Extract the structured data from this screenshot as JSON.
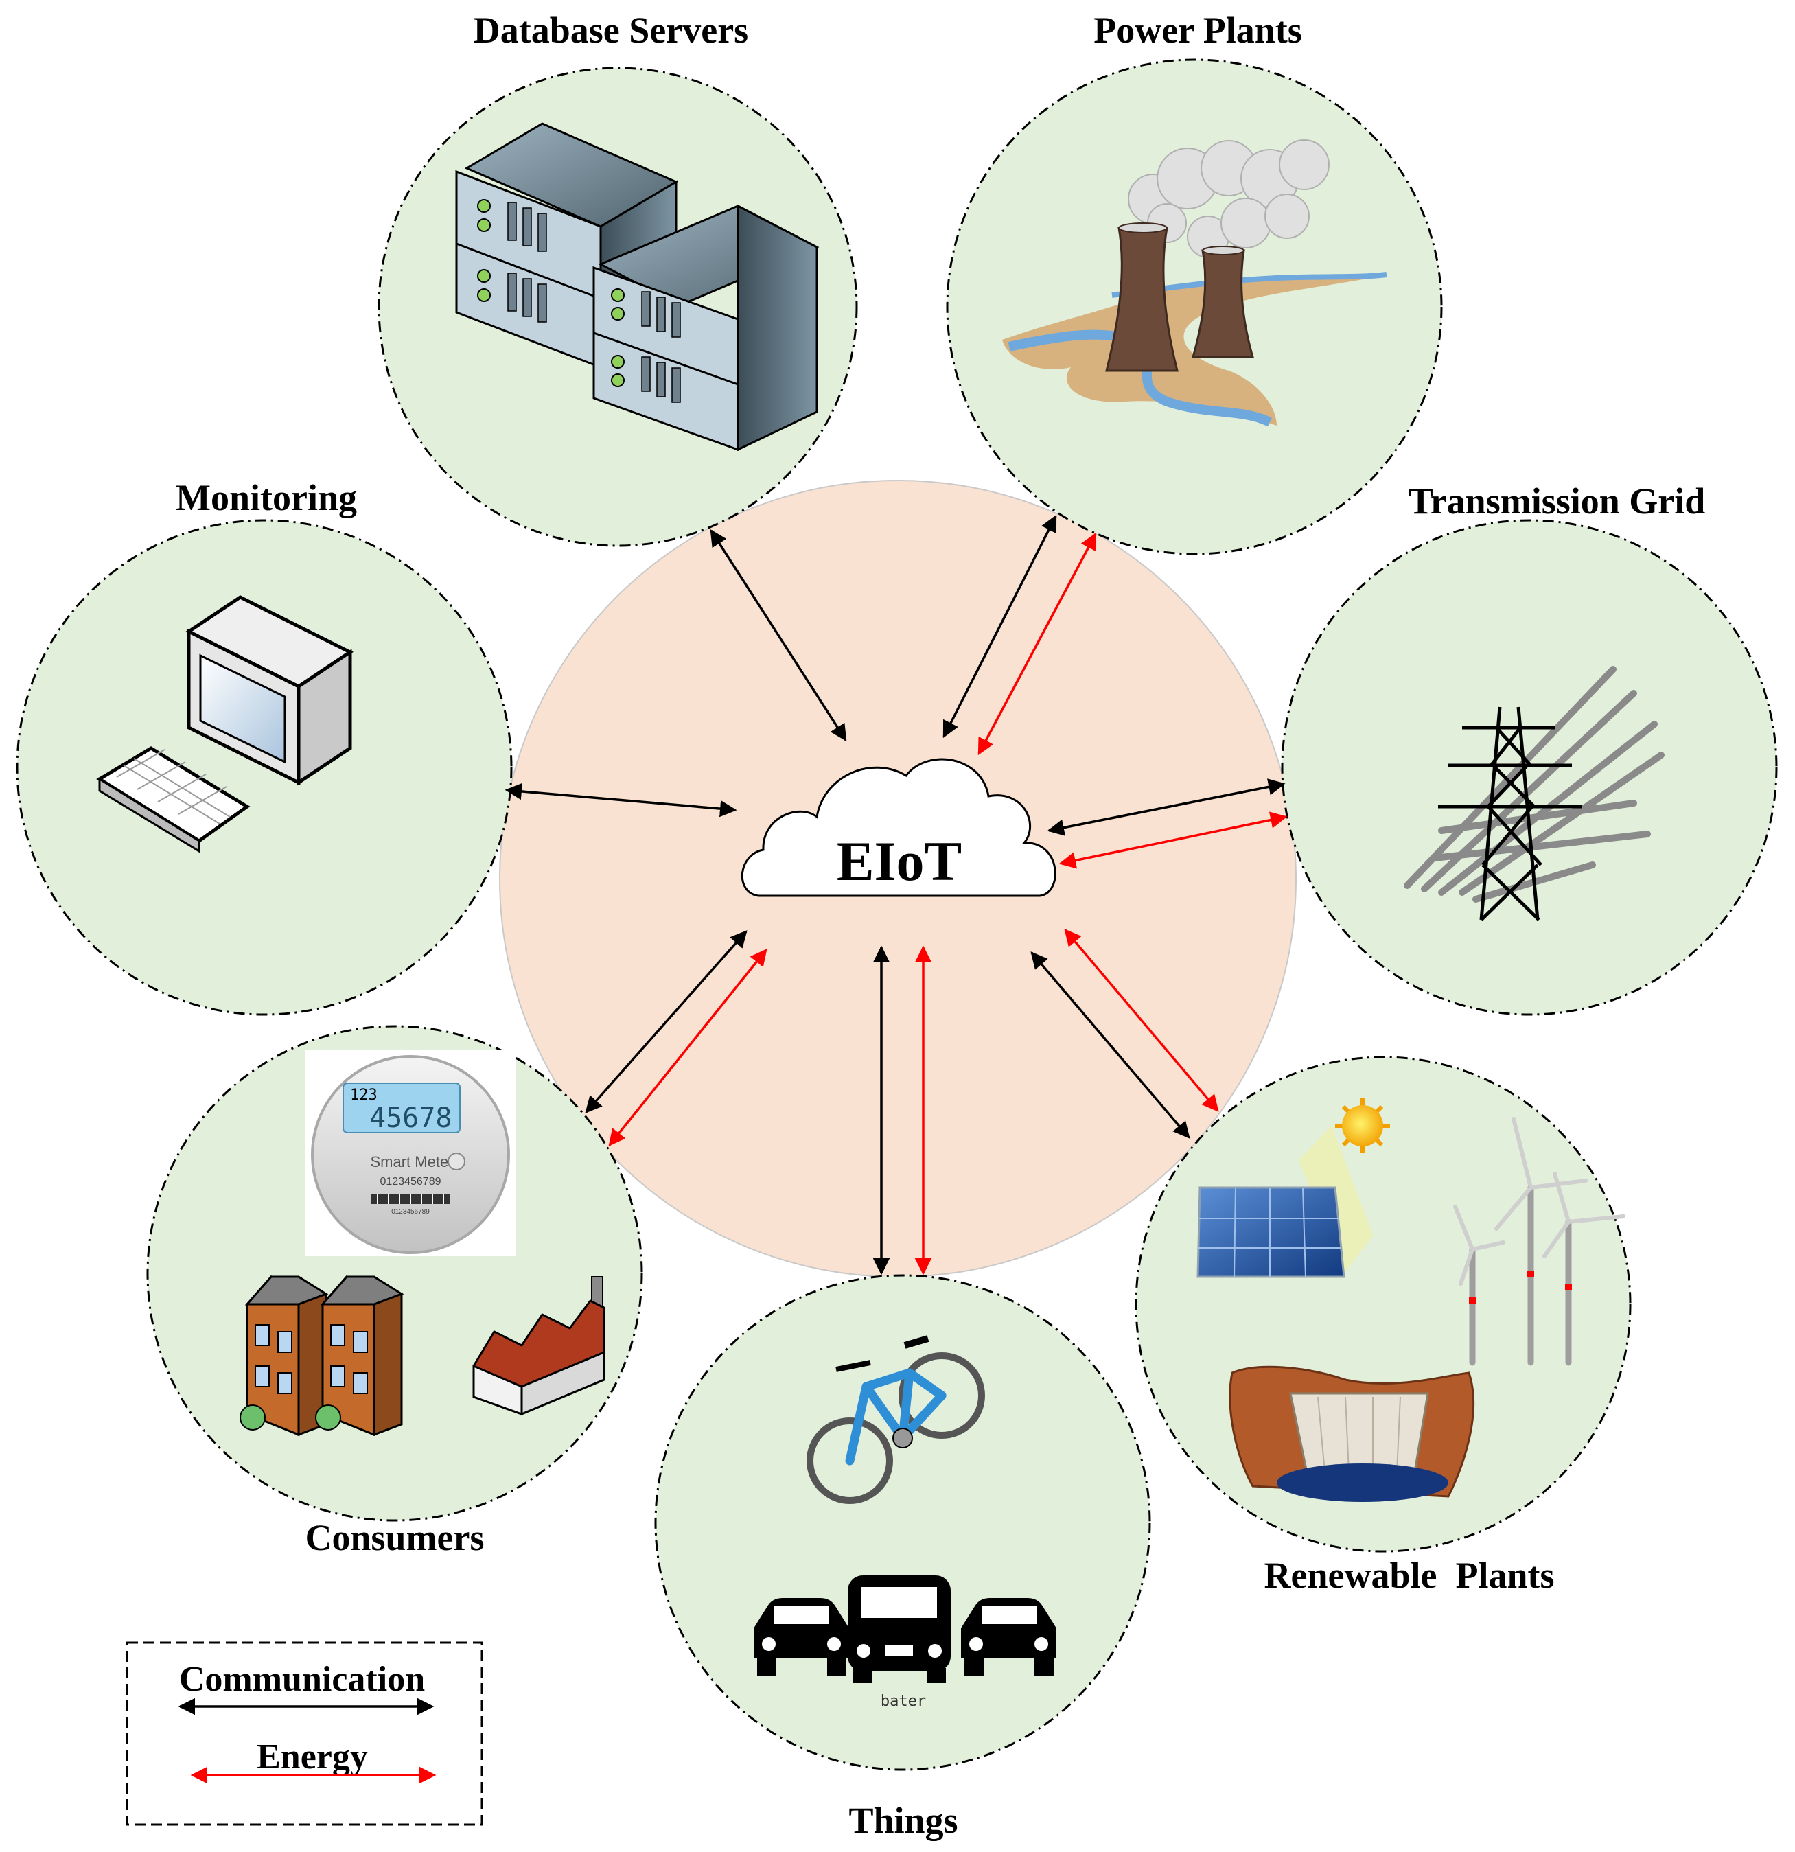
{
  "center": {
    "label": "EIoT"
  },
  "nodes": {
    "database_servers": "Database Servers",
    "power_plants": "Power Plants",
    "monitoring": "Monitoring",
    "transmission_grid": "Transmission Grid",
    "consumers": "Consumers",
    "renewable_plants": "Renewable  Plants",
    "things": "Things"
  },
  "meter": {
    "small": "123",
    "big": "45678",
    "brand": "Smart Meter",
    "serial": "0123456789",
    "barcode_num": "0123456789"
  },
  "vehicle_note": "bater",
  "legend": {
    "communication": "Communication",
    "energy": "Energy"
  },
  "colors": {
    "communication": "#000000",
    "energy": "#ff0000",
    "satellite_fill": "#e2efda",
    "hub_fill": "#f9e2d2"
  }
}
